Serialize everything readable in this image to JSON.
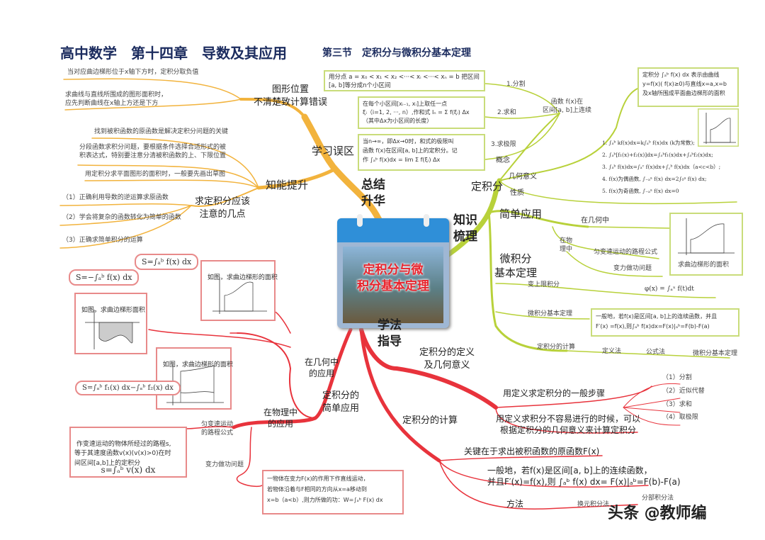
{
  "title": {
    "main": "高中数学　第十四章　导数及其应用",
    "section": "第三节　定积分与微积分基本定理"
  },
  "center": {
    "label": "定积分与微\n积分基本定理"
  },
  "colors": {
    "orange": "#f2b33d",
    "green": "#b8d13a",
    "red": "#e8333c",
    "title": "#1b2b5e"
  },
  "summary": {
    "label": "总结\n升华",
    "mistakes": {
      "label": "学习误区",
      "sub": "图形位置\n不清楚致计算错误",
      "items": [
        "当对应曲边梯形位于x轴下方时，定积分取负值",
        "求曲线与直线所围成的图形面积时，\n应先判断曲线在x轴上方还是下方"
      ]
    },
    "improve": {
      "label": "知能提升",
      "items": [
        "找到被积函数的原函数是解决定积分问题的关键",
        "分段函数求积分问题，要根据条件选择合适形式的被\n积表达式，特别要注意分清被积函数的上、下限位置",
        "用定积分求平面图形的面积时，一般要先画出草图"
      ],
      "notes": {
        "label": "求定积分应该\n注意的几点",
        "items": [
          "（1）正确利用导数的逆运算求原函数",
          "（2）学会将复杂的函数转化为简单的函数",
          "（3）正确求简单积分的运算"
        ]
      }
    }
  },
  "knowledge": {
    "label": "知识\n梳理",
    "definite": {
      "label": "定积分",
      "concept": "概念",
      "geometric": "几何意义",
      "property": "性质",
      "condition": "函数 f(x)在\n区间[a, b]上连续",
      "steps": [
        {
          "label": "1.分割",
          "box": "用分点 a = x₀ < x₁ < x₂ <···< xᵢ <···< xₙ = b 把区间\n[a, b]等分成n个小区间"
        },
        {
          "label": "2.求和",
          "box": "在每个小区间[xᵢ₋₁, xᵢ]上取任一点\nξᵢ（i=1, 2, ···, n）,作和式 Iₙ = Σ f(ξᵢ) Δx\n（其中Δx为小区间的长度）"
        },
        {
          "label": "3.求极限",
          "box": "当n→∞，即Δx→0时，和式的极限叫\n函数 f(x)在区间[a, b]上的定积分。记\n作 ∫ₐᵇ f(x)dx = lim Σ f(ξᵢ) Δx"
        }
      ],
      "geo_box": "定积分 ∫ₐᵇ f(x) dx 表示由曲线\ny=f(x)( f(x)≥0)与直线x=a,x=b\n及x轴所围成平面曲边梯形的面积",
      "properties": [
        "1. ∫ₐᵇ kf(x)dx=k∫ₐᵇ f(x)dx (k为常数);",
        "2. ∫ₐᵇ[f₁(x)+f₂(x)]dx=∫ₐᵇf₁(x)dx+∫ₐᵇf₂(x)dx;",
        "3. ∫ₐᵇ f(x)dx=∫ₐᶜ f(x)dx+∫꜀ᵇ f(x)dx（a<c<b）;",
        "4. f(x)为偶函数, ∫₋ₐᵃ f(x) dx=2∫₀ᵃ f(x) dx;",
        "5. f(x)为奇函数, ∫₋ₐᵃ f(x) dx=0"
      ]
    },
    "simple": {
      "label": "简单应用",
      "geometry": "在几何中",
      "physics": "在物理中",
      "motion": "匀变速运动的路程公式",
      "work": "变力做功问题",
      "graph_caption": "求曲边梯形的面积"
    },
    "theorem": {
      "label": "微积分\n基本定理",
      "upper": "变上限积分",
      "upper_formula": "φ(x) = ∫ₐˣ f(t)dt",
      "ftc": "微积分基本定理",
      "ftc_box": "一般地，若f(x)是区间[a, b]上的连续函数，并且\nF′(x) =f(x),则∫ₐᵇ f(x)dx=F(x)|ₐᵇ=F(b)-F(a)",
      "calc": "定积分的计算",
      "methods": [
        "定义法",
        "公式法",
        "微积分基本定理"
      ]
    }
  },
  "guide": {
    "label": "学法\n指导",
    "definition": {
      "label": "定积分的定义\n及几何意义",
      "steps_label": "用定义求定积分的一般步骤",
      "steps": [
        "（1）分割",
        "（2）近似代替",
        "（3）求和",
        "（4）取极限"
      ],
      "note": "用定义求积分不容易进行的时候，可以\n根据定积分的几何意义来计算定积分"
    },
    "calc": {
      "label": "定积分的计算",
      "key": "关键在于求出被积函数的原函数F(x)",
      "general": "一般地，若f(x)是区间[a, b]上的连续函数，\n并且F′(x)=f(x),则 ∫ₐᵇ f(x) dx= F(x)|ₐᵇ=F(b)-F(a)",
      "method": "方法",
      "methods": [
        "换元积分法",
        "分部积分法"
      ]
    }
  },
  "apps": {
    "label": "定积分的\n简单应用",
    "geometry": {
      "label": "在几何中\n的应用",
      "cases": [
        {
          "caption": "如图，求曲边梯形的面积",
          "formula": "S=∫ₐᵇ f(x) dx"
        },
        {
          "caption": "如图，求曲边梯形面积",
          "formula": "S=−∫ₐᵇ f(x) dx"
        },
        {
          "caption": "如图，求曲边梯形的面积",
          "formula": "S=∫ₐᵇ f₁(x) dx−∫ₐᵇ f₂(x) dx"
        }
      ]
    },
    "physics": {
      "label": "在物理中\n的应用",
      "motion": "匀变速运动\n的路程公式",
      "motion_box": "作变速运动的物体所经过的路程s,\n等于其速度函数v(x)(v(x)>0)在时\n间区间[a,b]上的定积分",
      "motion_formula": "s=∫ₐᵇ v(x) dx",
      "work": "变力做功问题",
      "work_box": "一物体在变力F(x)的作用下作直线运动，\n若物体沿着与F相同的方向从x=a移动到\nx=b（a<b）,则力所做的功：W=∫ₐᵇ F(x) dx"
    }
  },
  "watermark": "头条 @教师编"
}
